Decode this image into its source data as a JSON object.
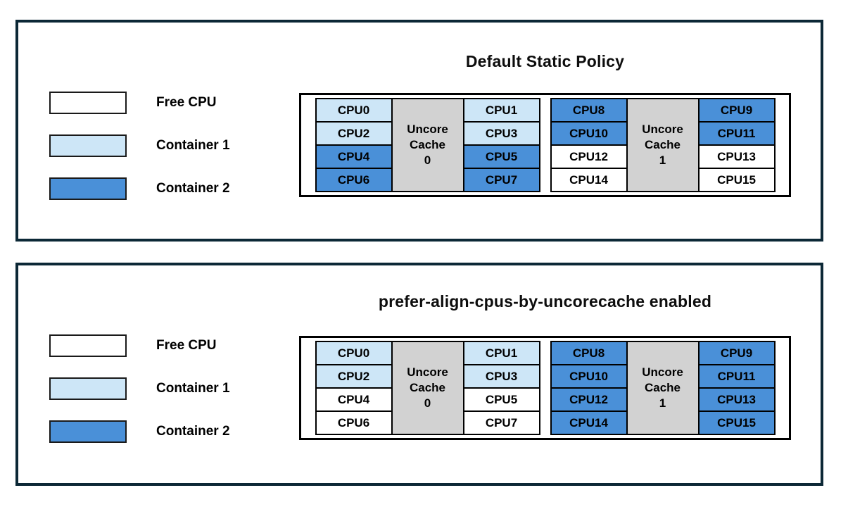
{
  "colors": {
    "free_cpu": "#ffffff",
    "container1": "#cde6f7",
    "container2": "#4a90d8",
    "uncore_cache_bg": "#d2d2d2",
    "panel_border": "#0c2836"
  },
  "panels": [
    {
      "title": "Default Static Policy",
      "legend": [
        {
          "label": "Free CPU",
          "state": "free"
        },
        {
          "label": "Container 1",
          "state": "container1"
        },
        {
          "label": "Container 2",
          "state": "container2"
        }
      ],
      "groups": [
        {
          "cache_lines": [
            "Uncore",
            "Cache",
            "0"
          ],
          "left": [
            {
              "label": "CPU0",
              "state": "container1"
            },
            {
              "label": "CPU2",
              "state": "container1"
            },
            {
              "label": "CPU4",
              "state": "container2"
            },
            {
              "label": "CPU6",
              "state": "container2"
            }
          ],
          "right": [
            {
              "label": "CPU1",
              "state": "container1"
            },
            {
              "label": "CPU3",
              "state": "container1"
            },
            {
              "label": "CPU5",
              "state": "container2"
            },
            {
              "label": "CPU7",
              "state": "container2"
            }
          ]
        },
        {
          "cache_lines": [
            "Uncore",
            "Cache",
            "1"
          ],
          "left": [
            {
              "label": "CPU8",
              "state": "container2"
            },
            {
              "label": "CPU10",
              "state": "container2"
            },
            {
              "label": "CPU12",
              "state": "free"
            },
            {
              "label": "CPU14",
              "state": "free"
            }
          ],
          "right": [
            {
              "label": "CPU9",
              "state": "container2"
            },
            {
              "label": "CPU11",
              "state": "container2"
            },
            {
              "label": "CPU13",
              "state": "free"
            },
            {
              "label": "CPU15",
              "state": "free"
            }
          ]
        }
      ]
    },
    {
      "title": "prefer-align-cpus-by-uncorecache enabled",
      "legend": [
        {
          "label": "Free CPU",
          "state": "free"
        },
        {
          "label": "Container 1",
          "state": "container1"
        },
        {
          "label": "Container 2",
          "state": "container2"
        }
      ],
      "groups": [
        {
          "cache_lines": [
            "Uncore",
            "Cache",
            "0"
          ],
          "left": [
            {
              "label": "CPU0",
              "state": "container1"
            },
            {
              "label": "CPU2",
              "state": "container1"
            },
            {
              "label": "CPU4",
              "state": "free"
            },
            {
              "label": "CPU6",
              "state": "free"
            }
          ],
          "right": [
            {
              "label": "CPU1",
              "state": "container1"
            },
            {
              "label": "CPU3",
              "state": "container1"
            },
            {
              "label": "CPU5",
              "state": "free"
            },
            {
              "label": "CPU7",
              "state": "free"
            }
          ]
        },
        {
          "cache_lines": [
            "Uncore",
            "Cache",
            "1"
          ],
          "left": [
            {
              "label": "CPU8",
              "state": "container2"
            },
            {
              "label": "CPU10",
              "state": "container2"
            },
            {
              "label": "CPU12",
              "state": "container2"
            },
            {
              "label": "CPU14",
              "state": "container2"
            }
          ],
          "right": [
            {
              "label": "CPU9",
              "state": "container2"
            },
            {
              "label": "CPU11",
              "state": "container2"
            },
            {
              "label": "CPU13",
              "state": "container2"
            },
            {
              "label": "CPU15",
              "state": "container2"
            }
          ]
        }
      ]
    }
  ]
}
